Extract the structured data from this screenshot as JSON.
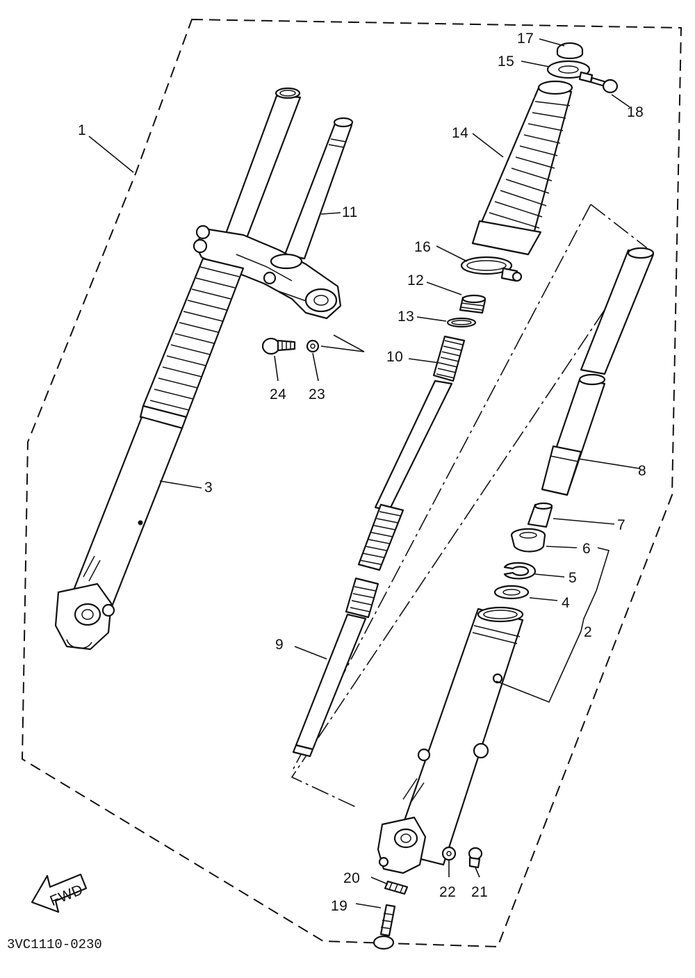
{
  "diagram": {
    "caption": "3VC1110-0230",
    "fwd_label": "FWD",
    "callouts": [
      {
        "id": "1",
        "label": "1"
      },
      {
        "id": "2",
        "label": "2"
      },
      {
        "id": "3",
        "label": "3"
      },
      {
        "id": "4",
        "label": "4"
      },
      {
        "id": "5",
        "label": "5"
      },
      {
        "id": "6",
        "label": "6"
      },
      {
        "id": "7",
        "label": "7"
      },
      {
        "id": "8",
        "label": "8"
      },
      {
        "id": "9",
        "label": "9"
      },
      {
        "id": "10",
        "label": "10"
      },
      {
        "id": "11",
        "label": "11"
      },
      {
        "id": "12",
        "label": "12"
      },
      {
        "id": "13",
        "label": "13"
      },
      {
        "id": "14",
        "label": "14"
      },
      {
        "id": "15",
        "label": "15"
      },
      {
        "id": "16",
        "label": "16"
      },
      {
        "id": "17",
        "label": "17"
      },
      {
        "id": "18",
        "label": "18"
      },
      {
        "id": "19",
        "label": "19"
      },
      {
        "id": "20",
        "label": "20"
      },
      {
        "id": "21",
        "label": "21"
      },
      {
        "id": "22",
        "label": "22"
      },
      {
        "id": "23",
        "label": "23"
      },
      {
        "id": "24",
        "label": "24"
      }
    ]
  }
}
